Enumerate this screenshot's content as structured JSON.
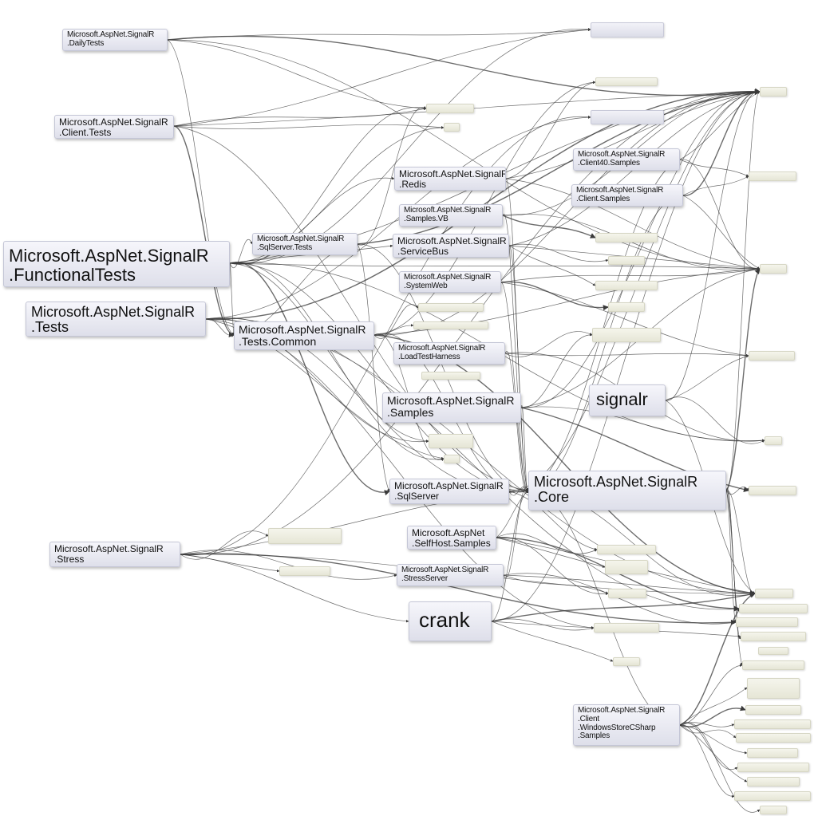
{
  "nodes": {
    "daily_tests": [
      "Microsoft.AspNet.SignalR",
      ".DailyTests"
    ],
    "client_tests": [
      "Microsoft.AspNet.SignalR",
      ".Client.Tests"
    ],
    "functional_tests": [
      "Microsoft.AspNet.SignalR",
      ".FunctionalTests"
    ],
    "tests": [
      "Microsoft.AspNet.SignalR",
      ".Tests"
    ],
    "sqlserver_tests": [
      "Microsoft.AspNet.SignalR",
      ".SqlServer.Tests"
    ],
    "tests_common": [
      "Microsoft.AspNet.SignalR",
      ".Tests.Common"
    ],
    "stress": [
      "Microsoft.AspNet.SignalR",
      ".Stress"
    ],
    "redis": [
      "Microsoft.AspNet.SignalR",
      ".Redis"
    ],
    "samples_vb": [
      "Microsoft.AspNet.SignalR",
      ".Samples.VB"
    ],
    "servicebus": [
      "Microsoft.AspNet.SignalR",
      ".ServiceBus"
    ],
    "systemweb": [
      "Microsoft.AspNet.SignalR",
      ".SystemWeb"
    ],
    "loadtest": [
      "Microsoft.AspNet.SignalR",
      ".LoadTestHarness"
    ],
    "samples": [
      "Microsoft.AspNet.SignalR",
      ".Samples"
    ],
    "sqlserver": [
      "Microsoft.AspNet.SignalR",
      ".SqlServer"
    ],
    "selfhost": [
      "Microsoft.AspNet",
      ".SelfHost.Samples"
    ],
    "stressserver": [
      "Microsoft.AspNet.SignalR",
      ".StressServer"
    ],
    "crank": [
      "crank"
    ],
    "client40": [
      "Microsoft.AspNet.SignalR",
      ".Client40.Samples"
    ],
    "client_samples": [
      "Microsoft.AspNet.SignalR",
      ".Client.Samples"
    ],
    "signalr": [
      "signalr"
    ],
    "core": [
      "Microsoft.AspNet.SignalR",
      ".Core"
    ],
    "winstore": [
      "Microsoft.AspNet.SignalR",
      ".Client",
      ".WindowsStoreCSharp",
      ".Samples"
    ]
  },
  "colors": {
    "node_fill_top": "#f6f6fb",
    "node_fill_bottom": "#dedfea",
    "blank_fill": "#ecece0",
    "edge": "#3a3a3a"
  }
}
